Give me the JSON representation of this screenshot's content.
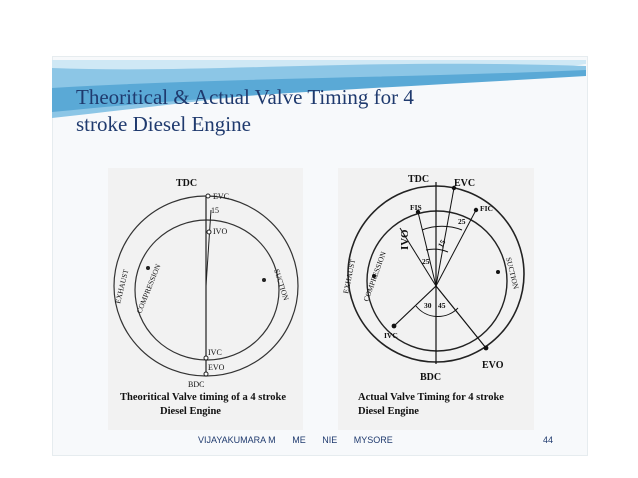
{
  "slide": {
    "title_line1": "Theoritical & Actual Valve Timing for 4",
    "title_line2": "stroke Diesel Engine",
    "footer": {
      "author": "VIJAYAKUMARA M",
      "dept": "ME",
      "institute": "NIE",
      "city": "MYSORE"
    },
    "page_number": "44",
    "colors": {
      "title": "#1f3a6e",
      "wave": "#5aa9d6",
      "ink": "#111111"
    }
  },
  "theoretical_diagram": {
    "labels": {
      "tdc": "TDC",
      "bdc": "BDC",
      "evc": "EVC",
      "ivo": "IVO",
      "ivc": "IVC",
      "evo": "EVO",
      "angle": "15",
      "exhaust": "EXHAUST",
      "compression": "COMPRESSION",
      "suction": "SUCTION"
    },
    "caption_line1": "Theoritical Valve timing of a 4 stroke",
    "caption_line2": "Diesel Engine"
  },
  "actual_diagram": {
    "labels": {
      "tdc": "TDC",
      "bdc": "BDC",
      "evc": "EVC",
      "ivo": "IVO",
      "ivc": "IVC",
      "evo": "EVO",
      "fis": "FIS",
      "fic": "FIC",
      "angle_25_top": "25",
      "angle_15": "15",
      "angle_25_left": "25",
      "angle_30": "30",
      "angle_45": "45",
      "exhaust": "EXHAUST",
      "compression": "COMPRESSION",
      "suction": "SUCTION"
    },
    "caption_line1": "Actual Valve Timing for 4 stroke",
    "caption_line2": "Diesel Engine"
  }
}
